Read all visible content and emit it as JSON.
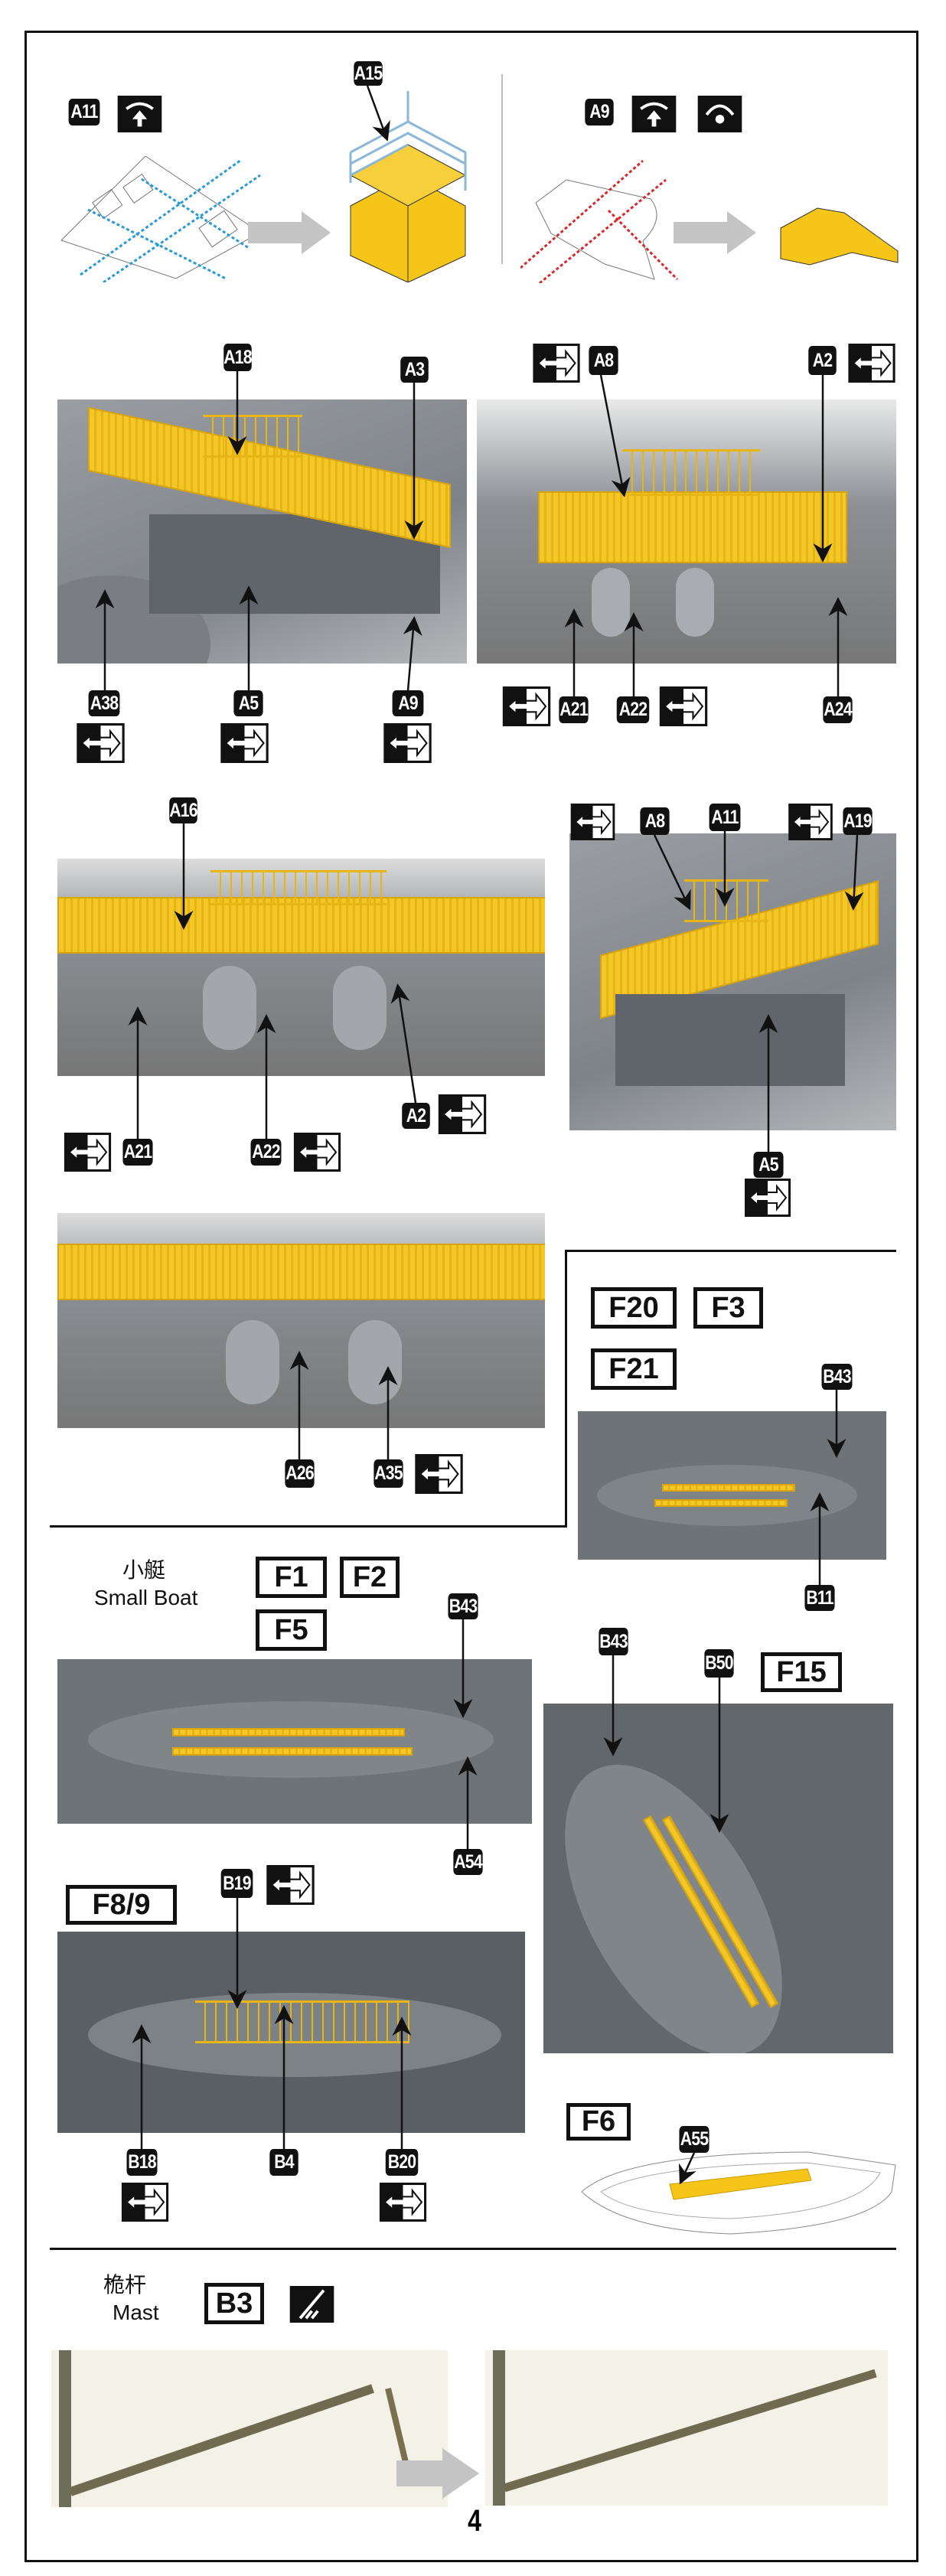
{
  "page_number": "4",
  "step1": {
    "left": {
      "part": "A11",
      "bend_icon": "fold-up-icon",
      "rail_part": "A15"
    },
    "right": {
      "part": "A9",
      "bend_icon": "fold-up-icon",
      "curve_icon": "curve-icon"
    }
  },
  "row1": {
    "left": {
      "labels": [
        "A18",
        "A3",
        "A38",
        "A5",
        "A9"
      ]
    },
    "right": {
      "labels": [
        "A8",
        "A2",
        "A21",
        "A22",
        "A24"
      ]
    }
  },
  "row2": {
    "left": {
      "labels": [
        "A16",
        "A21",
        "A22",
        "A2"
      ]
    },
    "right": {
      "labels": [
        "A8",
        "A11",
        "A19",
        "A5"
      ]
    }
  },
  "row3": {
    "labels": [
      "A26",
      "A35"
    ]
  },
  "boat_f20": {
    "boxes": [
      "F20",
      "F3",
      "F21"
    ],
    "labels": [
      "B43",
      "B11"
    ]
  },
  "small_boat": {
    "title_cn": "小艇",
    "title_en": "Small Boat",
    "boxes": [
      "F1",
      "F2",
      "F5"
    ],
    "labels": [
      "B43",
      "A54"
    ]
  },
  "boat_f15": {
    "box": "F15",
    "labels": [
      "B43",
      "B50"
    ]
  },
  "boat_f8": {
    "box": "F8/9",
    "labels": [
      "B19",
      "B18",
      "B4",
      "B20"
    ]
  },
  "boat_f6": {
    "box": "F6",
    "labels": [
      "A55"
    ]
  },
  "mast": {
    "title_cn": "桅杆",
    "title_en": "Mast",
    "box": "B3",
    "icon": "wire-cut-icon"
  },
  "colors": {
    "part_yellow": "#f5c518",
    "blue_fold": "#2a9ad6",
    "red_fold": "#d62a2a",
    "arrow_gray": "#c4c4c4"
  }
}
